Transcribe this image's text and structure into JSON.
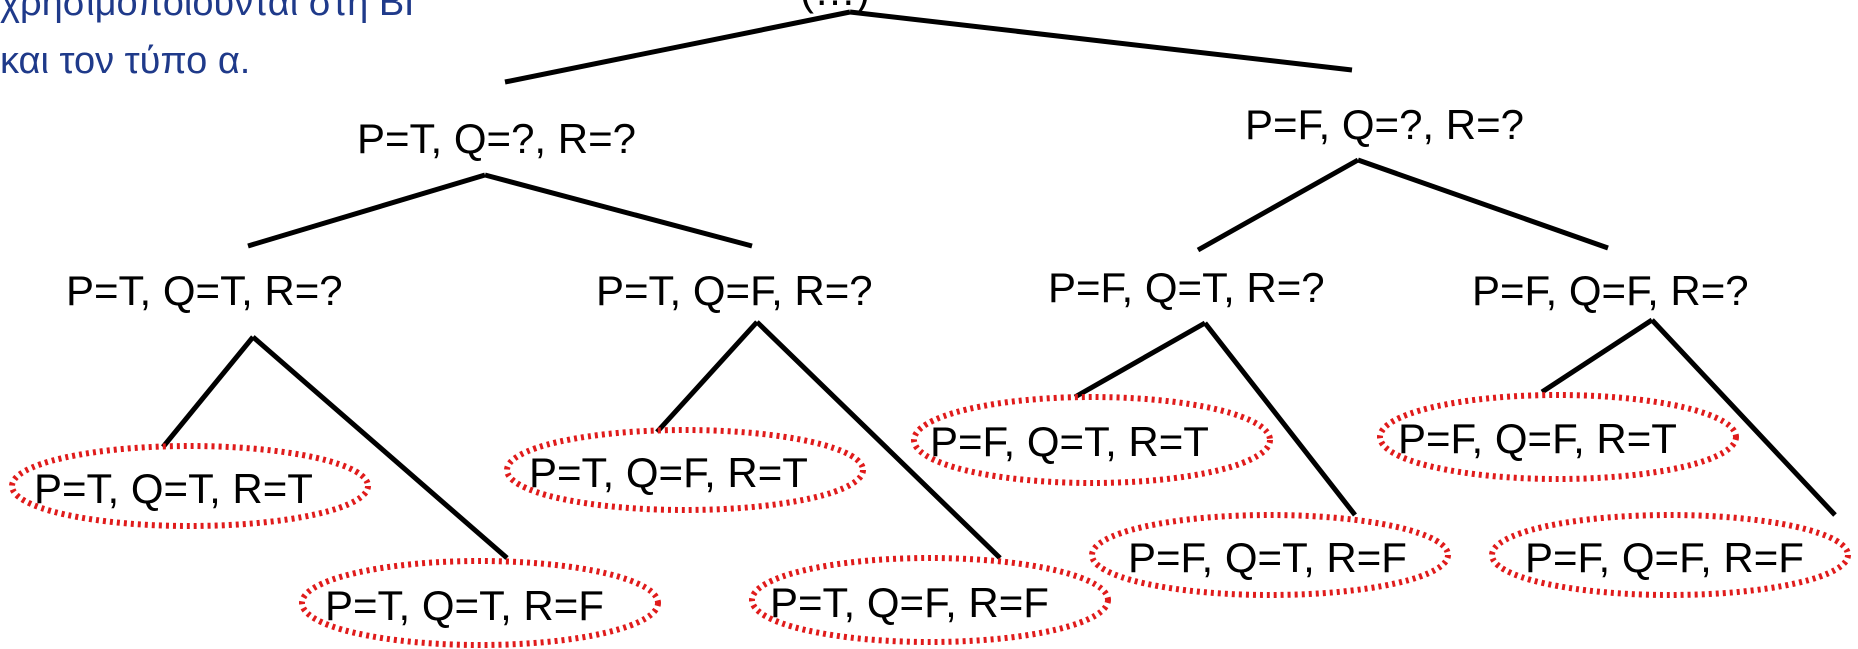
{
  "caption": {
    "line1": "χρησιμοποιούνται στη ΒΓ",
    "line2": "και τον τύπο α."
  },
  "top_label": "(…)",
  "nodes": {
    "p_t": "P=T, Q=?, R=?",
    "p_f": "P=F, Q=?, R=?",
    "ttq": "P=T, Q=T, R=?",
    "tfq": "P=T, Q=F, R=?",
    "ftq": "P=F, Q=T, R=?",
    "ffq": "P=F, Q=F, R=?",
    "ttt": "P=T, Q=T, R=T",
    "ttf": "P=T, Q=T, R=F",
    "tft": "P=T, Q=F, R=T",
    "tff": "P=T, Q=F, R=F",
    "ftt": "P=F, Q=T, R=T",
    "ftf": "P=F, Q=T, R=F",
    "fft": "P=F, Q=F, R=T",
    "fff": "P=F, Q=F, R=F"
  },
  "colors": {
    "edge": "#000000",
    "highlight_ellipse": "#e01b1b",
    "caption_text": "#1f3a8a"
  }
}
